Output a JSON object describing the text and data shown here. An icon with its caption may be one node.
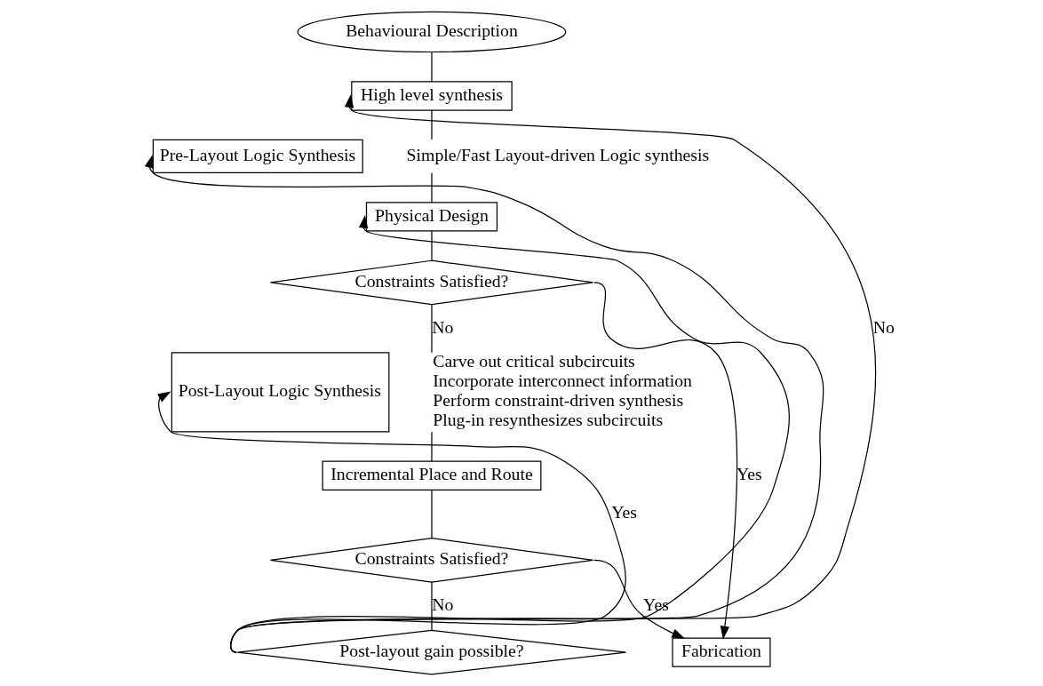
{
  "diagram": {
    "nodes": [
      {
        "text": [
          "Behavioural Description"
        ]
      },
      {
        "text": [
          "High level synthesis"
        ]
      },
      {
        "text": [
          "Pre-Layout Logic Synthesis"
        ],
        "beside": [
          "Simple/Fast Layout-driven Logic synthesis"
        ]
      },
      {
        "text": [
          "Physical Design"
        ]
      },
      {
        "text": [
          "Constraints Satisfied?"
        ]
      },
      {
        "text": [
          "Post-Layout Logic Synthesis"
        ],
        "beside": [
          "Carve out critical subcircuits",
          "Incorporate interconnect information",
          "Perform constraint-driven synthesis",
          "Plug-in resynthesizes subcircuits"
        ]
      },
      {
        "text": [
          "Incremental Place and Route"
        ]
      },
      {
        "text": [
          "Constraints Satisfied?"
        ]
      },
      {
        "text": [
          "Post-layout gain possible?"
        ]
      },
      {
        "text": [
          "Fabrication"
        ]
      }
    ],
    "edges": [
      {
        "from": 0,
        "to": 1,
        "arrow": "none"
      },
      {
        "from": 1,
        "to": 2,
        "arrow": "none"
      },
      {
        "from": 2,
        "to": 3,
        "arrow": "none"
      },
      {
        "from": 3,
        "to": 4,
        "arrow": "none"
      },
      {
        "from": 4,
        "to": 9,
        "arrow": "to",
        "label": "Yes"
      },
      {
        "from": 4,
        "to": 5,
        "arrow": "none",
        "label": "No"
      },
      {
        "from": 5,
        "to": 6,
        "arrow": "none"
      },
      {
        "from": 6,
        "to": 7,
        "arrow": "none"
      },
      {
        "from": 7,
        "to": 9,
        "arrow": "to",
        "label": "Yes"
      },
      {
        "from": 7,
        "to": 8,
        "arrow": "none",
        "label": "No"
      },
      {
        "from": 8,
        "to": 5,
        "arrow": "to",
        "label": "Yes"
      },
      {
        "from": 8,
        "to": 1,
        "arrow": "to",
        "label": "No"
      },
      {
        "from": 8,
        "to": 2,
        "arrow": "to"
      },
      {
        "from": 8,
        "to": 3,
        "arrow": "to"
      }
    ]
  }
}
